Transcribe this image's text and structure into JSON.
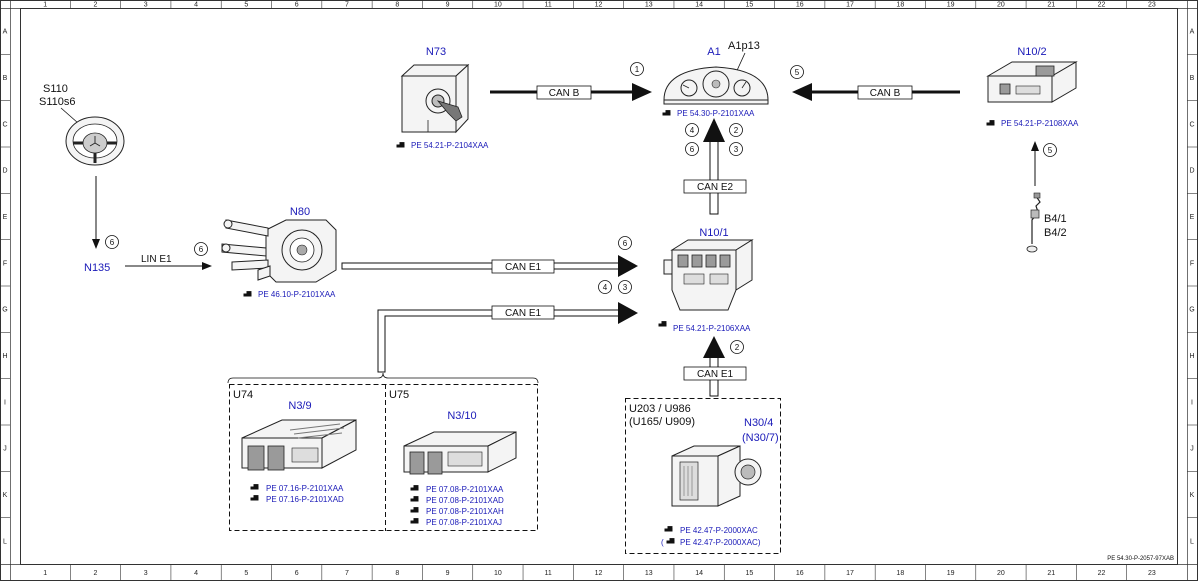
{
  "grid": {
    "columns": [
      "1",
      "2",
      "3",
      "4",
      "5",
      "6",
      "7",
      "8",
      "9",
      "10",
      "11",
      "12",
      "13",
      "14",
      "15",
      "16",
      "17",
      "18",
      "19",
      "20",
      "21",
      "22",
      "23"
    ],
    "rows": [
      "A",
      "B",
      "C",
      "D",
      "E",
      "F",
      "G",
      "H",
      "I",
      "J",
      "K",
      "L"
    ]
  },
  "doc_id": "PE 54.30-P-2057-97XAB",
  "components": {
    "n73": {
      "label": "N73",
      "ref": "PE 54.21-P-2104XAA"
    },
    "a1": {
      "label": "A1",
      "sub": "A1p13",
      "ref": "PE 54.30-P-2101XAA"
    },
    "n10_2": {
      "label": "N10/2",
      "ref": "PE 54.21-P-2108XAA"
    },
    "s110": {
      "label": "S110",
      "sub": "S110s6"
    },
    "n135": {
      "label": "N135"
    },
    "n80": {
      "label": "N80",
      "ref": "PE 46.10-P-2101XAA"
    },
    "n10_1": {
      "label": "N10/1",
      "ref": "PE 54.21-P-2106XAA"
    },
    "b4": {
      "label1": "B4/1",
      "label2": "B4/2"
    },
    "u74": {
      "group": "U74",
      "label": "N3/9",
      "refs": [
        "PE 07.16-P-2101XAA",
        "PE 07.16-P-2101XAD"
      ]
    },
    "u75": {
      "group": "U75",
      "label": "N3/10",
      "refs": [
        "PE 07.08-P-2101XAA",
        "PE 07.08-P-2101XAD",
        "PE 07.08-P-2101XAH",
        "PE 07.08-P-2101XAJ"
      ]
    },
    "n30": {
      "group1": "U203 / U986",
      "group2": "(U165/ U909)",
      "label": "N30/4",
      "label_alt": "(N30/7)",
      "refs": [
        "PE 42.47-P-2000XAC",
        "PE 42.47-P-2000XAC)"
      ],
      "ref_prefix2": "("
    }
  },
  "buses": {
    "n73_a1": "CAN B",
    "n10_2_a1": "CAN B",
    "n10_1_a1": "CAN E2",
    "s110_n135": "LIN E1",
    "n80_n10_1": "CAN E1",
    "ecu_n10_1": "CAN E1",
    "n30_n10_1": "CAN E1"
  },
  "markers": {
    "m_n73": "1",
    "m_n10_2": "5",
    "m_a1_4": "4",
    "m_a1_2": "2",
    "m_a1_6": "6",
    "m_a1_3": "3",
    "m_s110": "6",
    "m_lin": "6",
    "m_n80": "6",
    "m_ecu_4": "4",
    "m_ecu_3": "3",
    "m_n30": "2",
    "m_b4": "5"
  }
}
